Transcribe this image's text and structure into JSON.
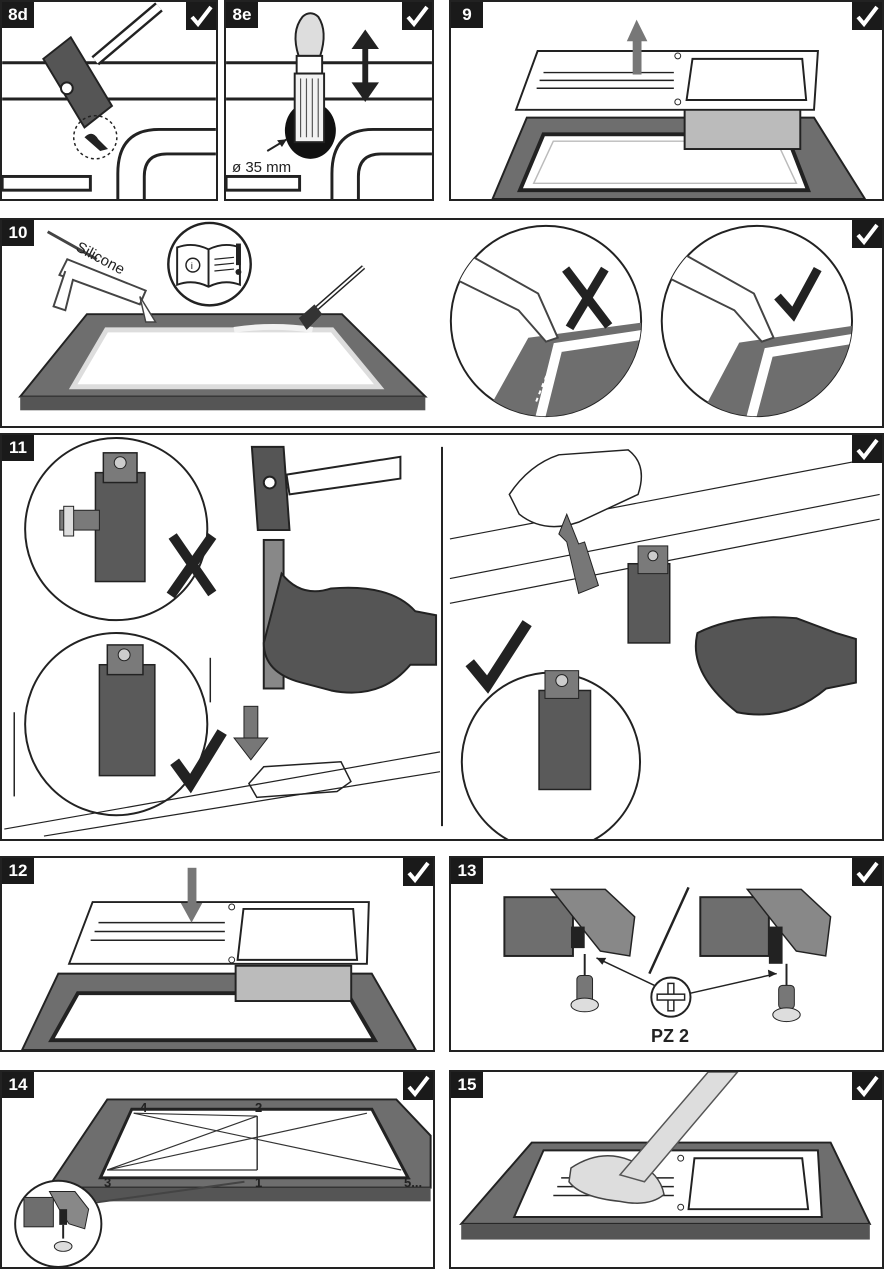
{
  "panels": {
    "p8d": {
      "step": "8d"
    },
    "p8e": {
      "step": "8e",
      "diameter_label": "ø 35 mm"
    },
    "p9": {
      "step": "9"
    },
    "p10": {
      "step": "10",
      "silicone_label": "Silicone"
    },
    "p11": {
      "step": "11"
    },
    "p12": {
      "step": "12"
    },
    "p13": {
      "step": "13",
      "screwdriver_label": "PZ 2"
    },
    "p14": {
      "step": "14",
      "sequence": [
        "1",
        "2",
        "3",
        "4",
        "5..."
      ]
    },
    "p15": {
      "step": "15"
    }
  },
  "colors": {
    "frame": "#222222",
    "counter": "#6e6e6e",
    "glove": "#555555",
    "clip": "#5a5a5a",
    "arrow": "#777777"
  },
  "icons": [
    "checkmark-icon",
    "cross-icon",
    "hammer-icon",
    "drill-icon",
    "silicone-gun-icon",
    "brush-icon",
    "manual-icon",
    "glove-icon",
    "clip-icon",
    "screw-icon",
    "pozidriv-icon",
    "cloth-icon"
  ]
}
